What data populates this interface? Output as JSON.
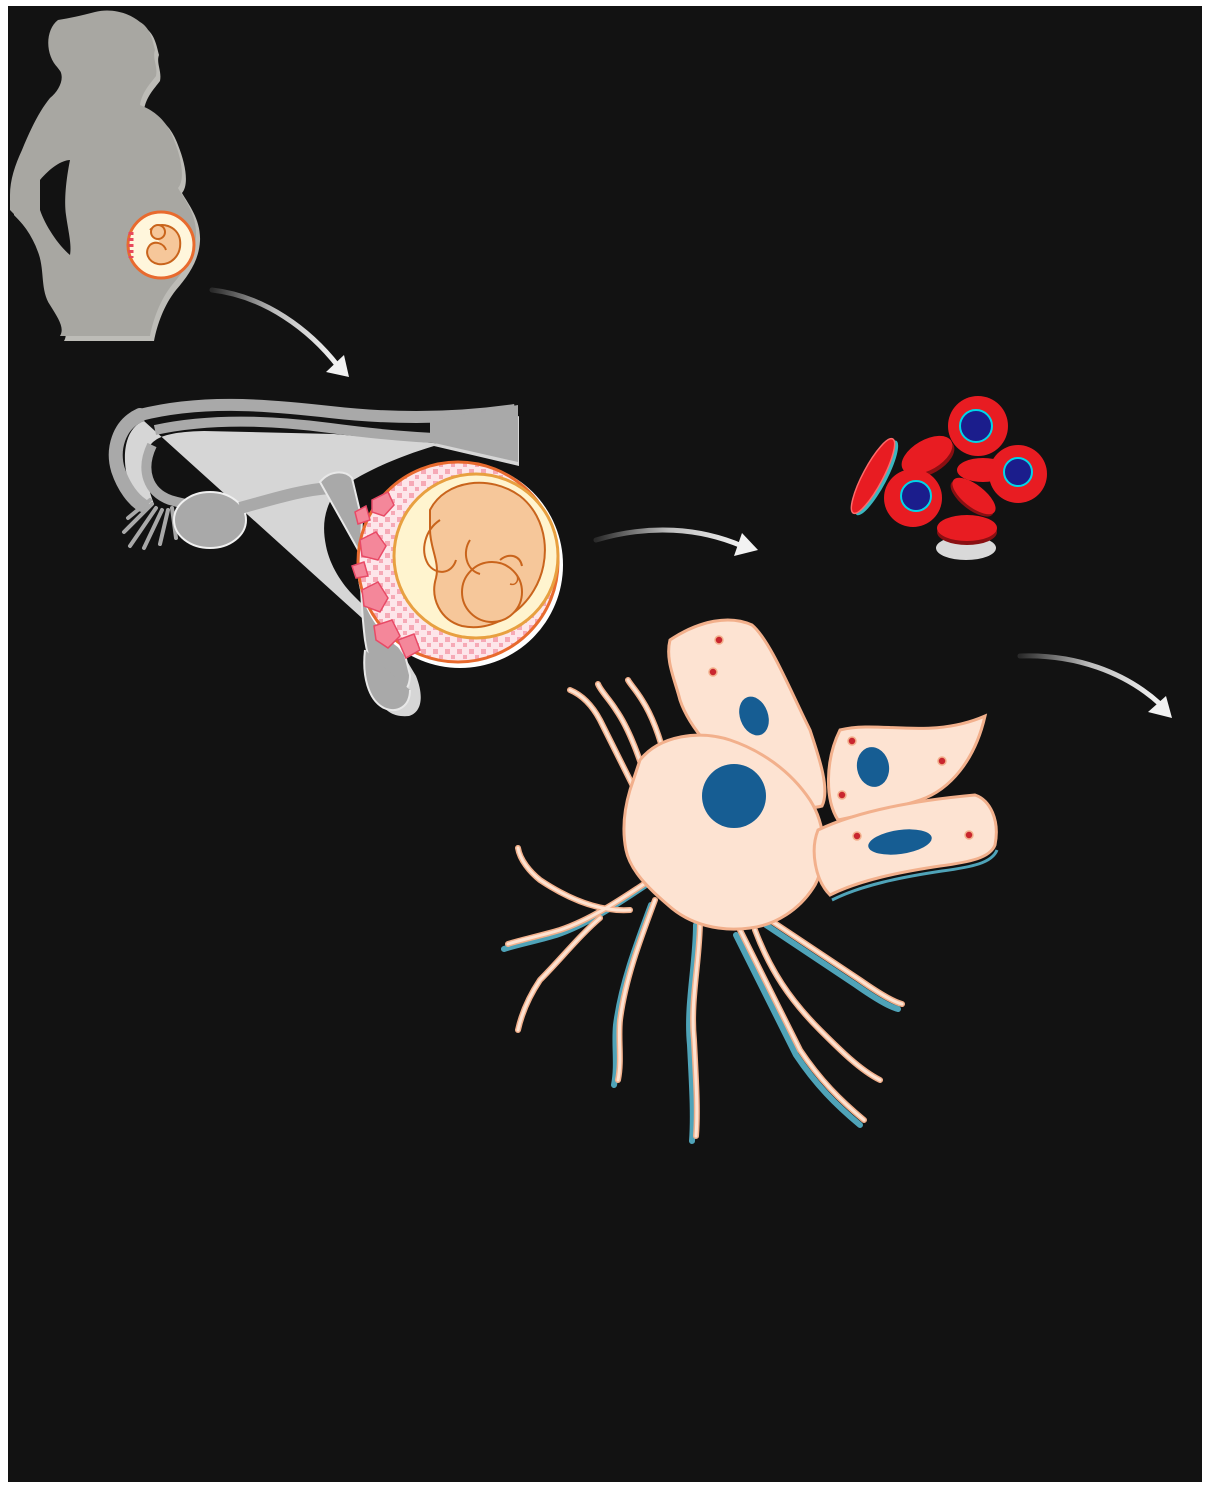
{
  "figure": {
    "stages": [
      "pregnant-woman-silhouette",
      "uterus-with-fetus",
      "red-blood-cells",
      "placental-cell-cluster"
    ],
    "arrow_count": 3,
    "colors": {
      "background": "#121212",
      "frame": "#ffffff",
      "silhouette": "#a8a7a2",
      "uterus": "#a9a9a9",
      "fetus_skin": "#f6c79a",
      "amniotic_fluid": "#fff4cf",
      "placenta": "#f4879a",
      "rbc": "#e81c22",
      "rbc_nucleus": "#1b1d8c",
      "cell_body": "#fde3d2",
      "cell_outline": "#f2b08c",
      "cell_nucleus": "#165d93",
      "cell_shadow": "#4fa3b8",
      "arrow": "#e8e8e8"
    }
  }
}
